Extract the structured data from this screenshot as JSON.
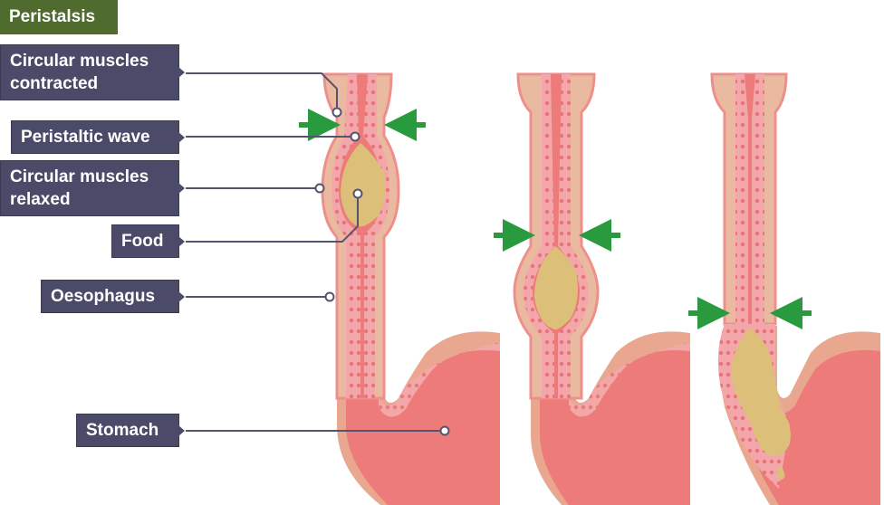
{
  "title": "Peristalsis",
  "labels": [
    {
      "id": "circular-contracted",
      "text": "Circular muscles contracted",
      "line1": "Circular muscles",
      "line2": "contracted"
    },
    {
      "id": "peristaltic-wave",
      "text": "Peristaltic wave"
    },
    {
      "id": "circular-relaxed",
      "text": "Circular muscles relaxed",
      "line1": "Circular muscles",
      "line2": "relaxed"
    },
    {
      "id": "food",
      "text": "Food"
    },
    {
      "id": "oesophagus",
      "text": "Oesophagus"
    },
    {
      "id": "stomach",
      "text": "Stomach"
    }
  ],
  "panels": [
    {
      "stage": 1,
      "description": "Food bolus high in oesophagus, muscles contracting above it"
    },
    {
      "stage": 2,
      "description": "Food bolus pushed further down oesophagus"
    },
    {
      "stage": 3,
      "description": "Food entering stomach"
    }
  ],
  "colors": {
    "title_bg": "#4f6b2e",
    "label_bg": "#4b4a68",
    "arrow": "#2a9a3e",
    "muscle_outer": "#e9b9a0",
    "muscle_edge": "#ef8f8c",
    "lining": "#f2a3a6",
    "lumen": "#ec7b79",
    "food": "#dcc07a",
    "stomach": "#ec7b79",
    "leader_line": "#555470"
  }
}
